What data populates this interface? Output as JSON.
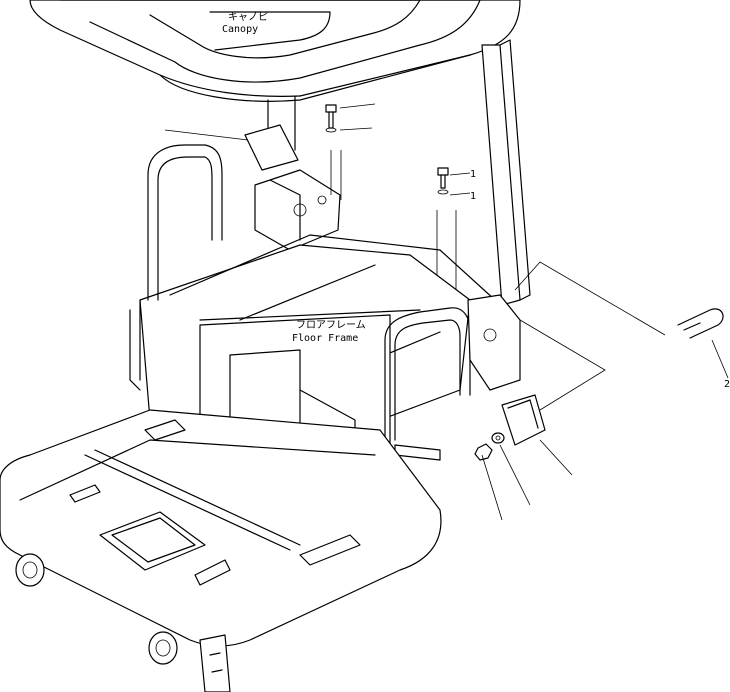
{
  "labels": {
    "canopy_jp": "キャノピ",
    "canopy_en": "Canopy",
    "floor_jp": "フロアフレーム",
    "floor_en": "Floor Frame",
    "ref_1a": "1",
    "ref_1b": "1",
    "ref_2": "2"
  },
  "colors": {
    "line": "#000000",
    "background": "#ffffff"
  }
}
